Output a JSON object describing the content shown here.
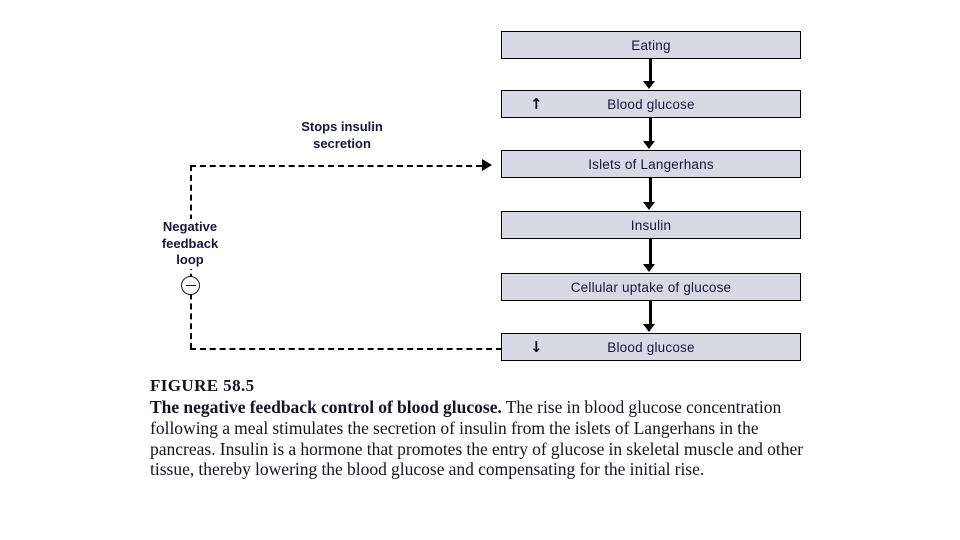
{
  "figure": {
    "background_color": "#ffffff",
    "box_fill_color": "#d8d9e4",
    "box_border_color": "#000000",
    "text_color": "#16163a"
  },
  "flow": {
    "boxes": [
      {
        "id": "eating",
        "label": "Eating",
        "trend": ""
      },
      {
        "id": "bg-up",
        "label": "Blood glucose",
        "trend": "↑"
      },
      {
        "id": "islets",
        "label": "Islets of Langerhans",
        "trend": ""
      },
      {
        "id": "insulin",
        "label": "Insulin",
        "trend": ""
      },
      {
        "id": "uptake",
        "label": "Cellular uptake of glucose",
        "trend": ""
      },
      {
        "id": "bg-down",
        "label": "Blood glucose",
        "trend": "↓"
      }
    ]
  },
  "annotations": {
    "stops_insulin": "Stops insulin\nsecretion",
    "negative_feedback": "Negative\nfeedback\nloop",
    "feedback_sign": "−"
  },
  "caption": {
    "figure_number": "FIGURE 58.5",
    "lead": "The negative feedback control of blood glucose.",
    "body": " The rise in blood glucose concentration following a meal stimulates the secretion of insulin from the islets of Langerhans in the pancreas. Insulin is a hormone that promotes the entry of glucose in skeletal muscle and other tissue, thereby lowering the blood glucose and compensating for the initial rise."
  }
}
